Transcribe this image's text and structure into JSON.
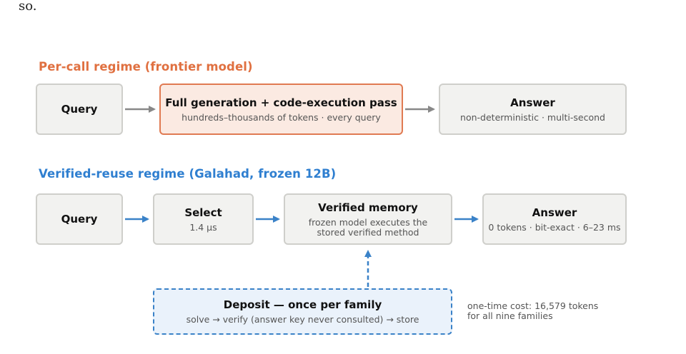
{
  "stray_text": "so.",
  "percall": {
    "title": "Per-call regime (frontier model)",
    "query": "Query",
    "full_title": "Full generation + code-execution pass",
    "full_sub": "hundreds–thousands of tokens · every query",
    "answer_title": "Answer",
    "answer_sub": "non-deterministic · multi-second"
  },
  "reuse": {
    "title": "Verified-reuse regime (Galahad, frozen 12B)",
    "query": "Query",
    "select_title": "Select",
    "select_sub": "1.4 μs",
    "memory_title": "Verified memory",
    "memory_sub1": "frozen model executes the",
    "memory_sub2": "stored verified method",
    "answer_title": "Answer",
    "answer_sub": "0 tokens · bit-exact · 6–23 ms"
  },
  "deposit": {
    "title": "Deposit — once per family",
    "sub": "solve → verify (answer key never consulted) → store",
    "note_line1": "one-time cost: 16,579 tokens",
    "note_line2": "for all nine families"
  },
  "colors": {
    "orange": "#e07040",
    "blue": "#2f7fd0",
    "gray_arrow": "#888888",
    "blue_arrow": "#3a82c8"
  }
}
